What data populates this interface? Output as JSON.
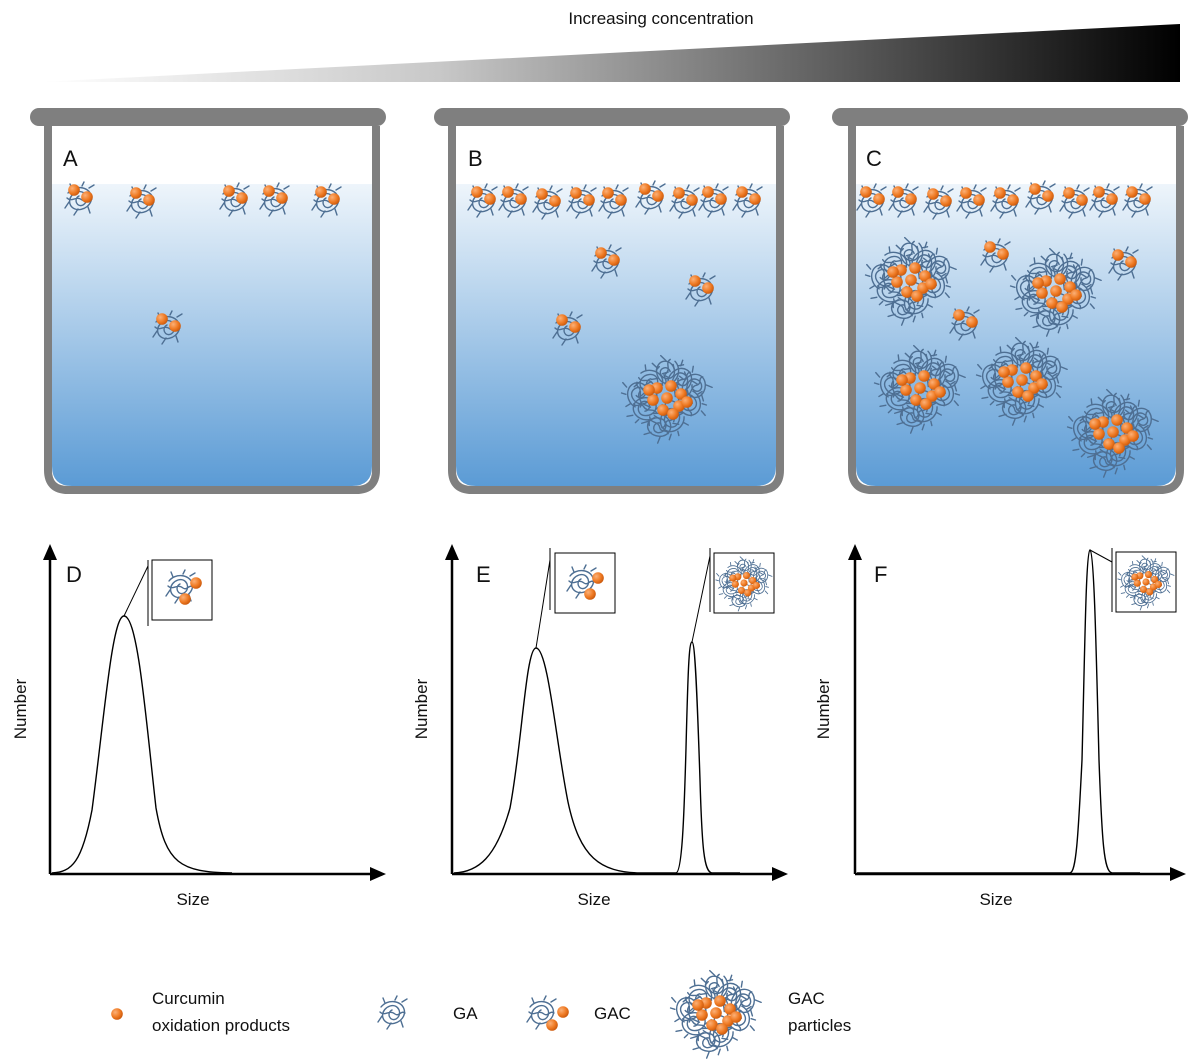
{
  "header": {
    "label": "Increasing concentration"
  },
  "beakers": [
    {
      "label": "A"
    },
    {
      "label": "B"
    },
    {
      "label": "C"
    }
  ],
  "plots": [
    {
      "label": "D",
      "ylabel": "Number",
      "xlabel": "Size"
    },
    {
      "label": "E",
      "ylabel": "Number",
      "xlabel": "Size"
    },
    {
      "label": "F",
      "ylabel": "Number",
      "xlabel": "Size"
    }
  ],
  "legend": {
    "curcumin_line1": "Curcumin",
    "curcumin_line2": "oxidation products",
    "ga": "GA",
    "gac": "GAC",
    "particles_line1": "GAC",
    "particles_line2": "particles"
  },
  "colors": {
    "orange": "#ef7a23",
    "coil": "#4e6f93",
    "water_top": "#eef5fb",
    "water_bottom": "#5b9bd5",
    "beaker_wall": "#7f7f7f"
  }
}
